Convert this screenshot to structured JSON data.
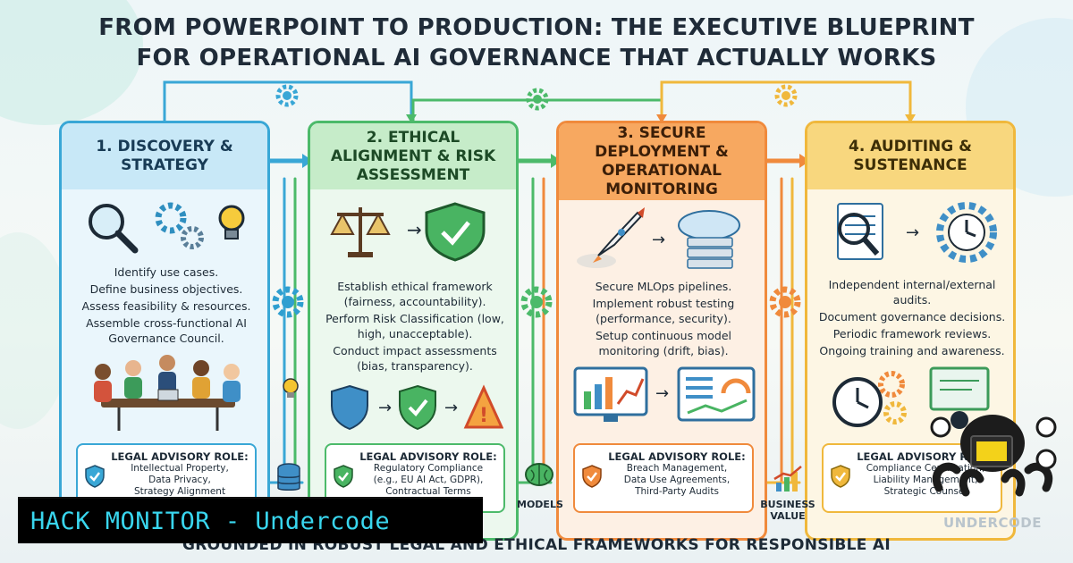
{
  "title": {
    "line1": "FROM POWERPOINT TO PRODUCTION: THE EXECUTIVE BLUEPRINT",
    "line2": "FOR OPERATIONAL AI GOVERNANCE THAT ACTUALLY WORKS"
  },
  "stages": [
    {
      "heading": "1. DISCOVERY & STRATEGY",
      "lines": [
        "Identify use cases.",
        "Define business objectives.",
        "Assess feasibility & resources.",
        "Assemble cross-functional AI Governance Council."
      ],
      "legal_title": "LEGAL ADVISORY ROLE:",
      "legal_lines": [
        "Intellectual Property,",
        "Data Privacy,",
        "Strategy Alignment"
      ],
      "color": "#39a7d6"
    },
    {
      "heading": "2. ETHICAL ALIGNMENT & RISK ASSESSMENT",
      "lines": [
        "Establish ethical framework (fairness, accountability).",
        "Perform Risk Classification (low, high, unacceptable).",
        "Conduct impact assessments (bias, transparency)."
      ],
      "legal_title": "LEGAL ADVISORY ROLE:",
      "legal_lines": [
        "Regulatory Compliance",
        "(e.g., EU AI Act, GDPR),",
        "Contractual Terms"
      ],
      "color": "#4cba6a"
    },
    {
      "heading": "3. SECURE DEPLOYMENT & OPERATIONAL MONITORING",
      "lines": [
        "Secure MLOps pipelines.",
        "Implement robust testing (performance, security).",
        "Setup continuous model monitoring (drift, bias)."
      ],
      "legal_title": "LEGAL ADVISORY ROLE:",
      "legal_lines": [
        "Breach Management,",
        "Data Use Agreements,",
        "Third-Party Audits"
      ],
      "color": "#f08a3c"
    },
    {
      "heading": "4. AUDITING & SUSTENANCE",
      "lines": [
        "Independent internal/external audits.",
        "Document governance decisions.",
        "Periodic framework reviews.",
        "Ongoing training and awareness."
      ],
      "legal_title": "LEGAL ADVISORY ROLE:",
      "legal_lines": [
        "Compliance Certification,",
        "Liability Management,",
        "Strategic Counsel"
      ],
      "color": "#f0b83c"
    }
  ],
  "side_labels": {
    "models": "MODELS",
    "business_value": "BUSINESS VALUE"
  },
  "footer": "GROUNDED IN ROBUST LEGAL AND ETHICAL FRAMEWORKS FOR RESPONSIBLE AI",
  "banner": "HACK MONITOR - Undercode",
  "brand": "UNDERCODE"
}
